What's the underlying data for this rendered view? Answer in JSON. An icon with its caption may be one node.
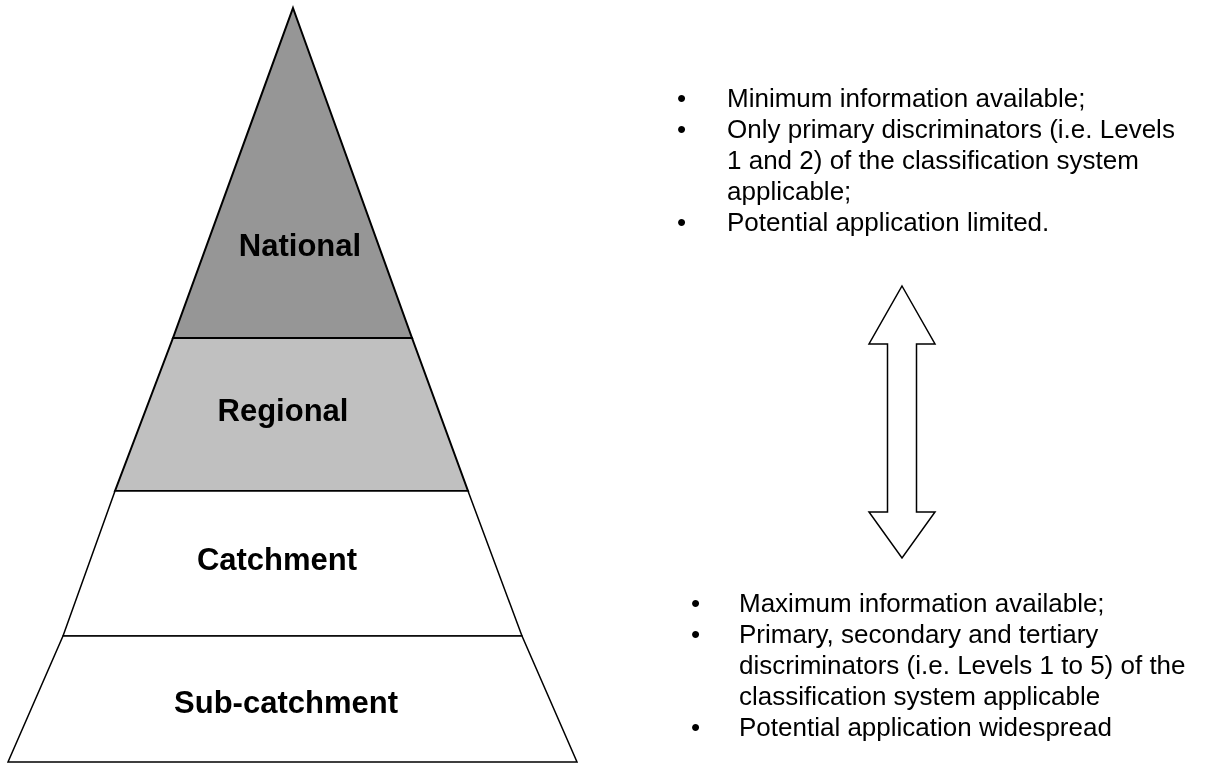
{
  "diagram": {
    "nodes": [
      {
        "text": [
          "National"
        ]
      },
      {
        "text": [
          "Regional"
        ]
      },
      {
        "text": [
          "Catchment"
        ]
      },
      {
        "text": [
          "Sub-catchment"
        ]
      },
      {
        "text": [
          "Minimum information available;",
          "Only primary discriminators (i.e. Levels 1 and 2) of the classification system applicable;",
          "Potential application limited."
        ]
      },
      {
        "text": [
          "Maximum information available;",
          "Primary, secondary and tertiary discriminators (i.e. Levels 1 to 5) of the classification system applicable",
          "Potential application widespread"
        ]
      }
    ],
    "labels": [
      "•",
      "•",
      "•",
      "•",
      "•",
      "•"
    ],
    "edges": [
      {
        "from": 4,
        "to": 5,
        "arrow": "both"
      }
    ]
  }
}
